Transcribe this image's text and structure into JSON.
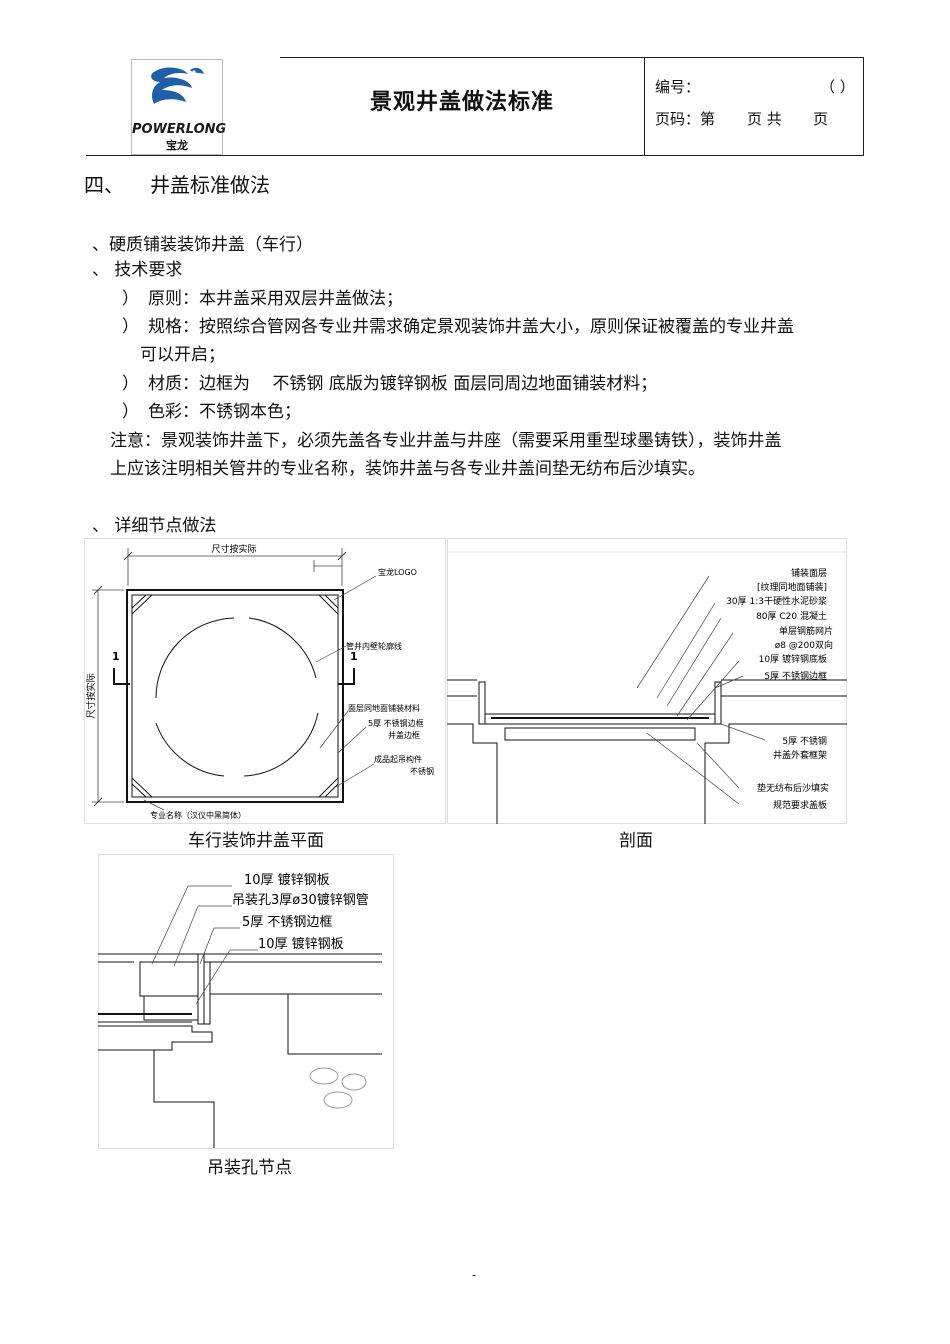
{
  "header": {
    "logo_brand": "POWERLONG",
    "logo_cn": "宝龙",
    "title": "景观井盖做法标准",
    "number_label": "编号：",
    "number_paren": "（ ）",
    "page_label": "页码：第",
    "page_mid": "页 共",
    "page_end": "页"
  },
  "section": {
    "number": "四、",
    "title": "井盖标准做法"
  },
  "body": {
    "sub1": "、硬质铺装装饰井盖（车行）",
    "sub2": "、 技术要求",
    "items": [
      {
        "mark": "）",
        "text": "原则：本井盖采用双层井盖做法；"
      },
      {
        "mark": "）",
        "text": "规格：按照综合管网各专业井需求确定景观装饰井盖大小，原则保证被覆盖的专业井盖"
      },
      {
        "mark": "",
        "text": "可以开启；"
      },
      {
        "mark": "）",
        "text": "材质：边框为　 不锈钢  底版为镀锌钢板  面层同周边地面铺装材料；"
      },
      {
        "mark": "）",
        "text": "色彩：不锈钢本色；"
      }
    ],
    "note_line1": "注意：景观装饰井盖下，必须先盖各专业井盖与井座（需要采用重型球墨铸铁），装饰井盖",
    "note_line2": "上应该注明相关管井的专业名称，装饰井盖与各专业井盖间垫无纺布后沙填实。",
    "sub3": "、 详细节点做法"
  },
  "plan": {
    "caption": "车行装饰井盖平面",
    "dim_top": "尺寸按实际",
    "dim_left": "尺寸按实际",
    "logo_label": "宝龙LOGO",
    "section_mark": "1",
    "label_outline": "管井内壁轮廓线",
    "label_surface": "面层同地面铺装材料",
    "label_frame1": "5厚 不锈钢边框",
    "label_frame2": "井盖边框",
    "label_lift1": "成品起吊构件",
    "label_lift2": "不锈钢",
    "label_name": "专业名称（汉仪中黑简体）"
  },
  "section_view": {
    "caption": "剖面",
    "labels": [
      "铺装面层",
      "[纹理同地面铺装]",
      "30厚 1:3干硬性水泥砂浆",
      "80厚 C20 混凝土",
      "单层钢筋网片",
      "ø8 @200双向",
      "10厚 镀锌钢底板",
      "5厚 不锈钢边框"
    ],
    "labels_low": [
      "5厚 不锈钢",
      "井盖外套框架",
      "垫无纺布后沙填实",
      "规范要求盖板"
    ]
  },
  "detail": {
    "caption": "吊装孔节点",
    "labels": [
      "10厚 镀锌钢板",
      "吊装孔3厚ø30镀锌钢管",
      "5厚 不锈钢边框",
      "10厚 镀锌钢板"
    ]
  },
  "footer": {
    "mark": "-"
  }
}
